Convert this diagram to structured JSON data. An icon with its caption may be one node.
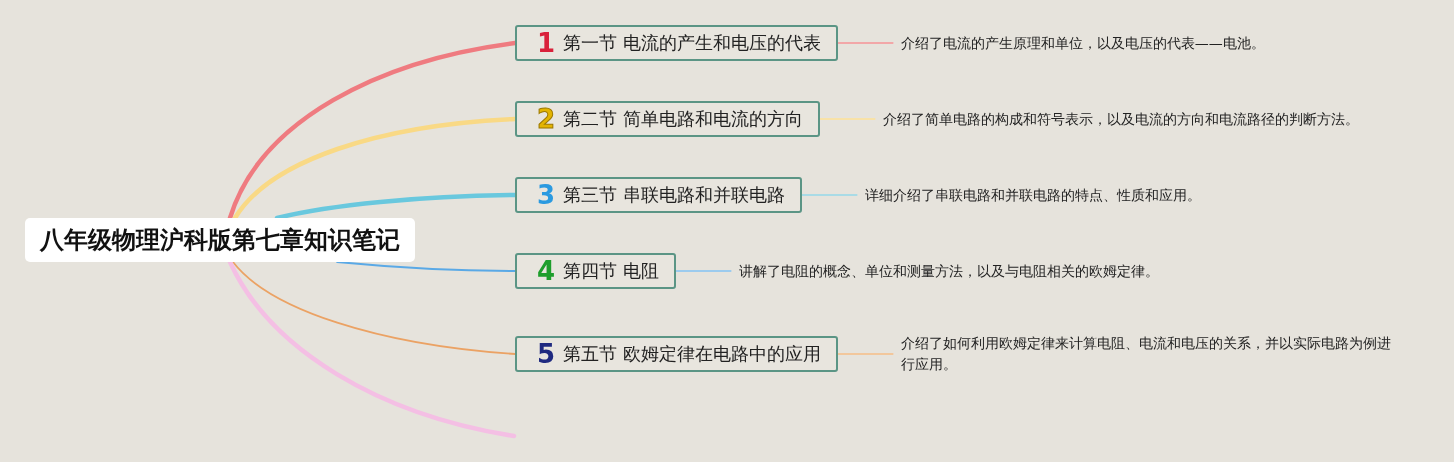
{
  "diagram": {
    "nodes": [
      {
        "text": [
          "八年级物理沪科版第七章知识笔记"
        ]
      },
      {
        "text": [
          "1",
          "第一节 电流的产生和电压的代表"
        ]
      },
      {
        "text": [
          "介绍了电流的产生原理和单位，以及电压的代表——电池。"
        ]
      },
      {
        "text": [
          "2",
          "第二节 简单电路和电流的方向"
        ]
      },
      {
        "text": [
          "介绍了简单电路的构成和符号表示，以及电流的方向和电流路径的判断方法。"
        ]
      },
      {
        "text": [
          "3",
          "第三节 串联电路和并联电路"
        ]
      },
      {
        "text": [
          "详细介绍了串联电路和并联电路的特点、性质和应用。"
        ]
      },
      {
        "text": [
          "4",
          "第四节 电阻"
        ]
      },
      {
        "text": [
          "讲解了电阻的概念、单位和测量方法，以及与电阻相关的欧姆定律。"
        ]
      },
      {
        "text": [
          "5",
          "第五节 欧姆定律在电路中的应用"
        ]
      },
      {
        "text": [
          "介绍了如何利用欧姆定律来计算电阻、电流和电压的关系，并以实际电路为例进行应用。"
        ]
      }
    ],
    "edges": [
      {
        "from": 0,
        "to": 1,
        "arrow": "none",
        "style": "thick",
        "color": "#ef7b80"
      },
      {
        "from": 1,
        "to": 2,
        "arrow": "none",
        "color": "#f2a7a8"
      },
      {
        "from": 0,
        "to": 3,
        "arrow": "none",
        "style": "thick",
        "color": "#f9d985"
      },
      {
        "from": 3,
        "to": 4,
        "arrow": "none",
        "color": "#f8e2a8"
      },
      {
        "from": 0,
        "to": 5,
        "arrow": "none",
        "style": "thick",
        "color": "#69c8de"
      },
      {
        "from": 5,
        "to": 6,
        "arrow": "none",
        "color": "#a9dbe6"
      },
      {
        "from": 0,
        "to": 7,
        "arrow": "none",
        "color": "#5aa9e6"
      },
      {
        "from": 7,
        "to": 8,
        "arrow": "none",
        "color": "#9ccbee"
      },
      {
        "from": 0,
        "to": 9,
        "arrow": "none",
        "color": "#eba264"
      },
      {
        "from": 9,
        "to": 10,
        "arrow": "none",
        "color": "#f2c79c"
      },
      {
        "from": 0,
        "to": null,
        "arrow": "none",
        "style": "thick",
        "color": "#f4bfe4"
      }
    ]
  }
}
